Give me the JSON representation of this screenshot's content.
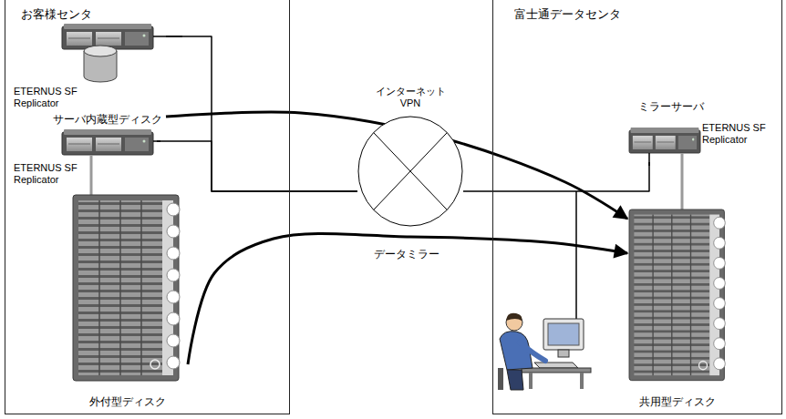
{
  "diagram": {
    "nodes": [
      {
        "text": [
          "お客様センタ"
        ]
      },
      {
        "text": [
          "ETERNUS SF Replicator",
          "サーバ内蔵型ディスク"
        ],
        "in": 0
      },
      {
        "text": [
          "ETERNUS SF Replicator"
        ],
        "in": 0
      },
      {
        "text": [
          "外付型ディスク"
        ],
        "in": 0
      },
      {
        "text": [
          "インターネット VPN"
        ]
      },
      {
        "text": [
          "富士通データセンタ"
        ]
      },
      {
        "text": [
          "ミラーサーバ",
          "ETERNUS SF Replicator"
        ],
        "in": 5
      },
      {
        "text": [
          "共用型ディスク"
        ],
        "in": 5
      }
    ],
    "edges": [
      {
        "from": 1,
        "to": 4,
        "arrow": "none"
      },
      {
        "from": 2,
        "to": 4,
        "arrow": "none"
      },
      {
        "from": 4,
        "to": 6,
        "arrow": "none"
      },
      {
        "from": 1,
        "to": 7,
        "arrow": "to"
      },
      {
        "from": 3,
        "to": 7,
        "arrow": "to"
      }
    ],
    "labels": [
      "データミラー"
    ]
  }
}
